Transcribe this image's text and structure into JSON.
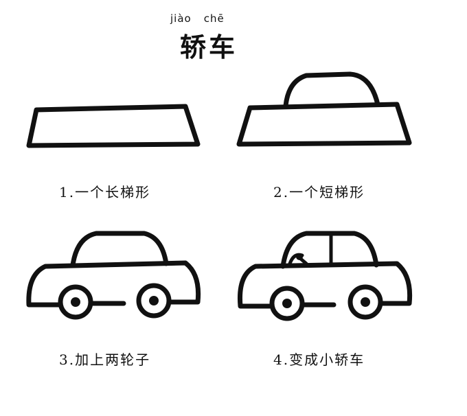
{
  "header": {
    "pinyin": [
      "jiào",
      "chē"
    ],
    "title": "轿车"
  },
  "steps": [
    {
      "label": "1.一个长梯形"
    },
    {
      "label": "2.一个短梯形"
    },
    {
      "label": "3.加上两轮子"
    },
    {
      "label": "4.变成小轿车"
    }
  ]
}
